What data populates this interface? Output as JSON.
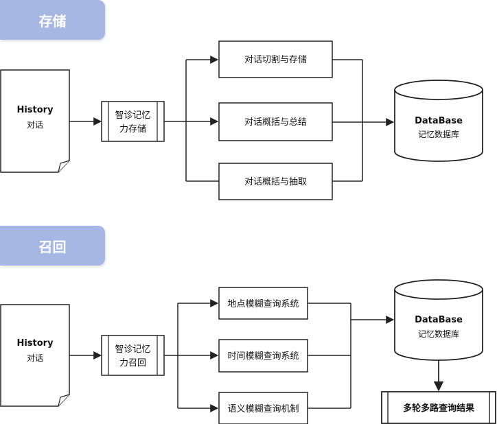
{
  "colors": {
    "section_tag_bg": "#A6B7E4",
    "stroke": "#222222",
    "box_fill": "#ffffff"
  },
  "storage": {
    "section_title": "存储",
    "history_title": "History",
    "history_sub": "对话",
    "process_line1": "智诊记忆",
    "process_line2": "力存储",
    "branches": [
      "对话切割与存储",
      "对话概括与总结",
      "对话概括与抽取"
    ],
    "db_title": "DataBase",
    "db_sub": "记忆数据库"
  },
  "recall": {
    "section_title": "召回",
    "history_title": "History",
    "history_sub": "对话",
    "process_line1": "智诊记忆",
    "process_line2": "力召回",
    "branches": [
      "地点模糊查询系统",
      "时间模糊查询系统",
      "语义模糊查询机制"
    ],
    "db_title": "DataBase",
    "db_sub": "记忆数据库",
    "result": "多轮多路查询结果"
  }
}
